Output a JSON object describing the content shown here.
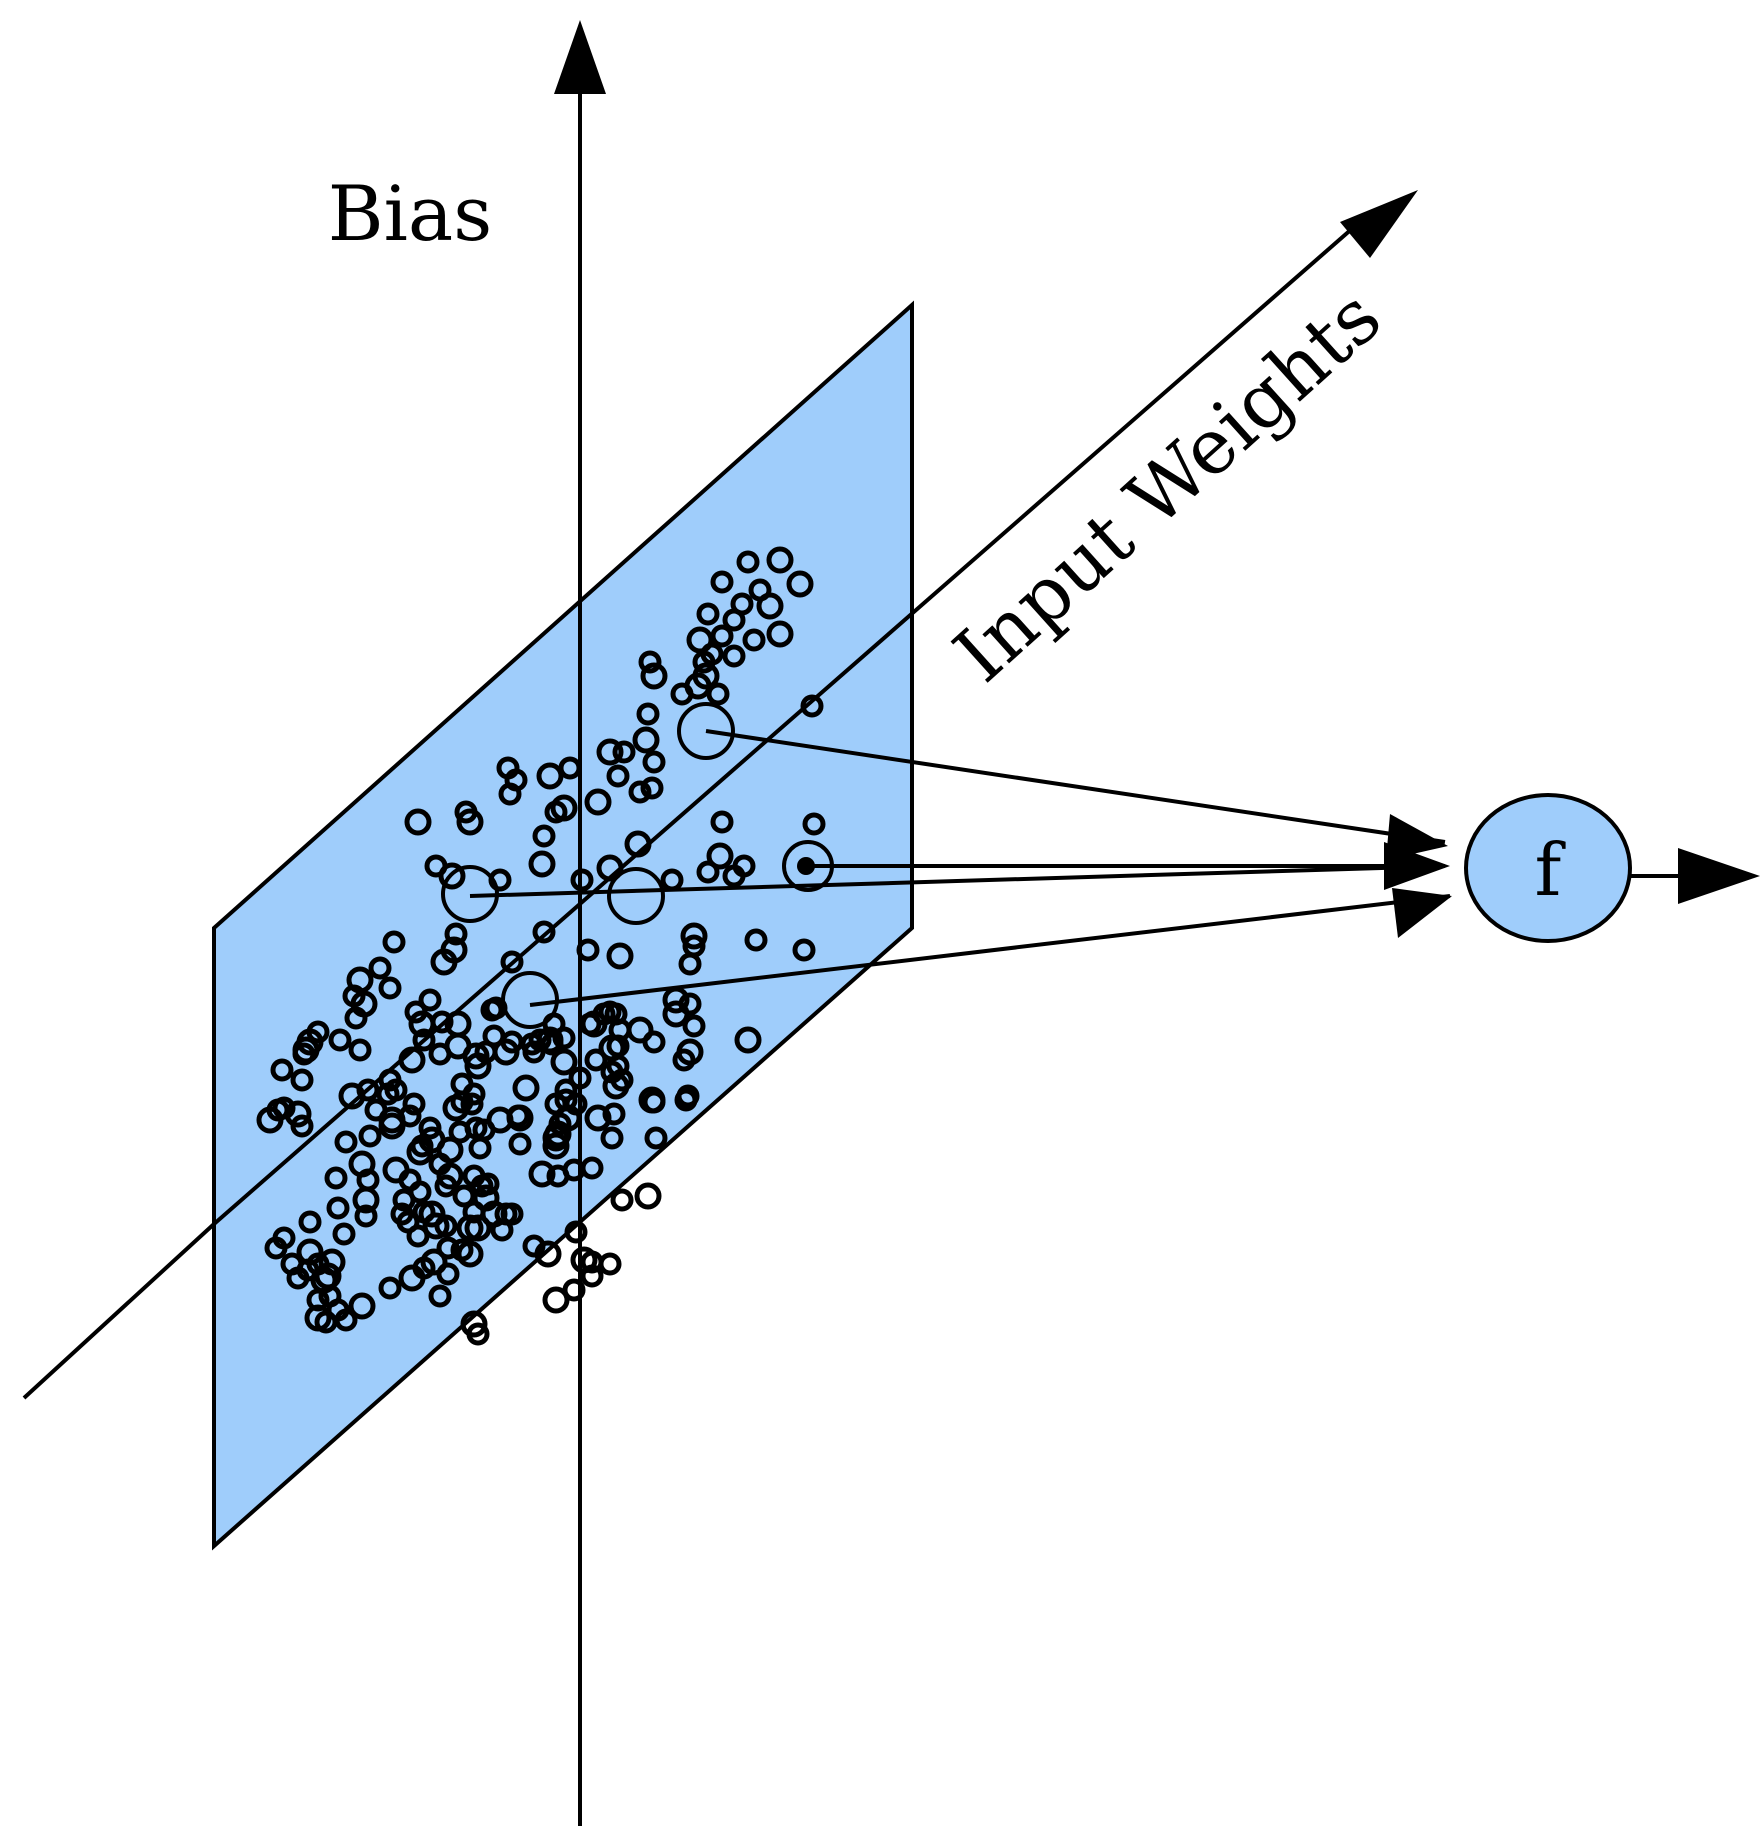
{
  "labels": {
    "bias_axis": "Bias",
    "weights_axis": "Input Weights",
    "node": "f"
  },
  "colors": {
    "plane_fill": "#9fcdfb",
    "node_fill": "#9fcdfb",
    "stroke": "#000000",
    "background": "#ffffff"
  }
}
